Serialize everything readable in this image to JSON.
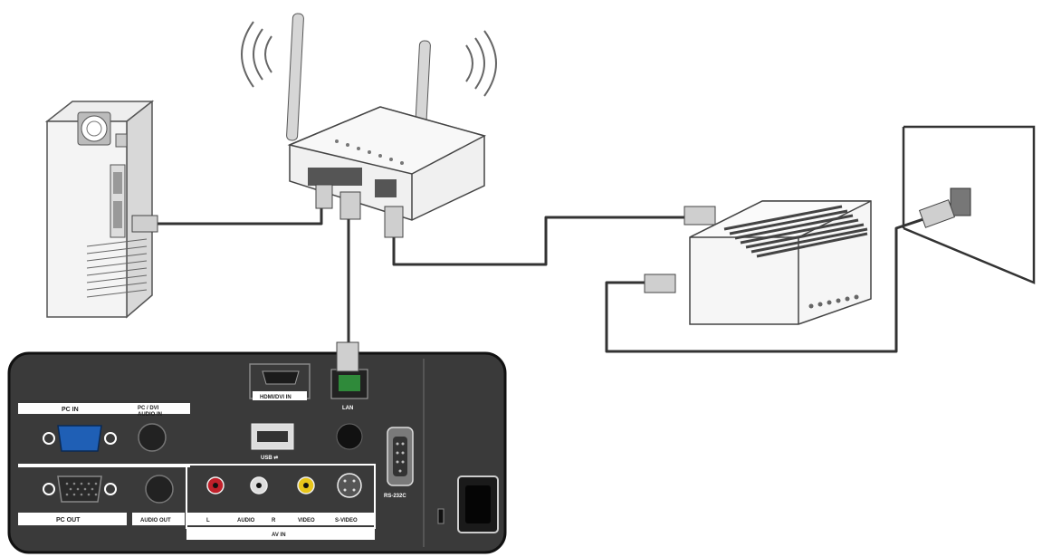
{
  "panel": {
    "pc_in": "PC IN",
    "pc_dvi_audio_in_line1": "PC / DVI",
    "pc_dvi_audio_in_line2": "AUDIO IN",
    "pc_out": "PC OUT",
    "audio_out": "AUDIO OUT",
    "hdmi_dvi_in": "HDMI/DVI IN",
    "lan": "LAN",
    "usb": "USB ⮂",
    "rs232c": "RS-232C",
    "audio_row_left_icon": "L",
    "audio": "AUDIO",
    "audio_row_right_icon": "R",
    "video": "VIDEO",
    "s_video": "S-VIDEO",
    "av_in": "AV IN"
  },
  "colors": {
    "panel_body": "#3a3a3a",
    "vga_blue": "#1f5fb5",
    "audio_red": "#c0202a",
    "video_yellow": "#e8c51a",
    "lan_green": "#2f8a3a",
    "cable": "#333333"
  },
  "devices": [
    "desktop-pc",
    "wireless-router",
    "modem",
    "wall-jack",
    "display-rear-panel"
  ]
}
